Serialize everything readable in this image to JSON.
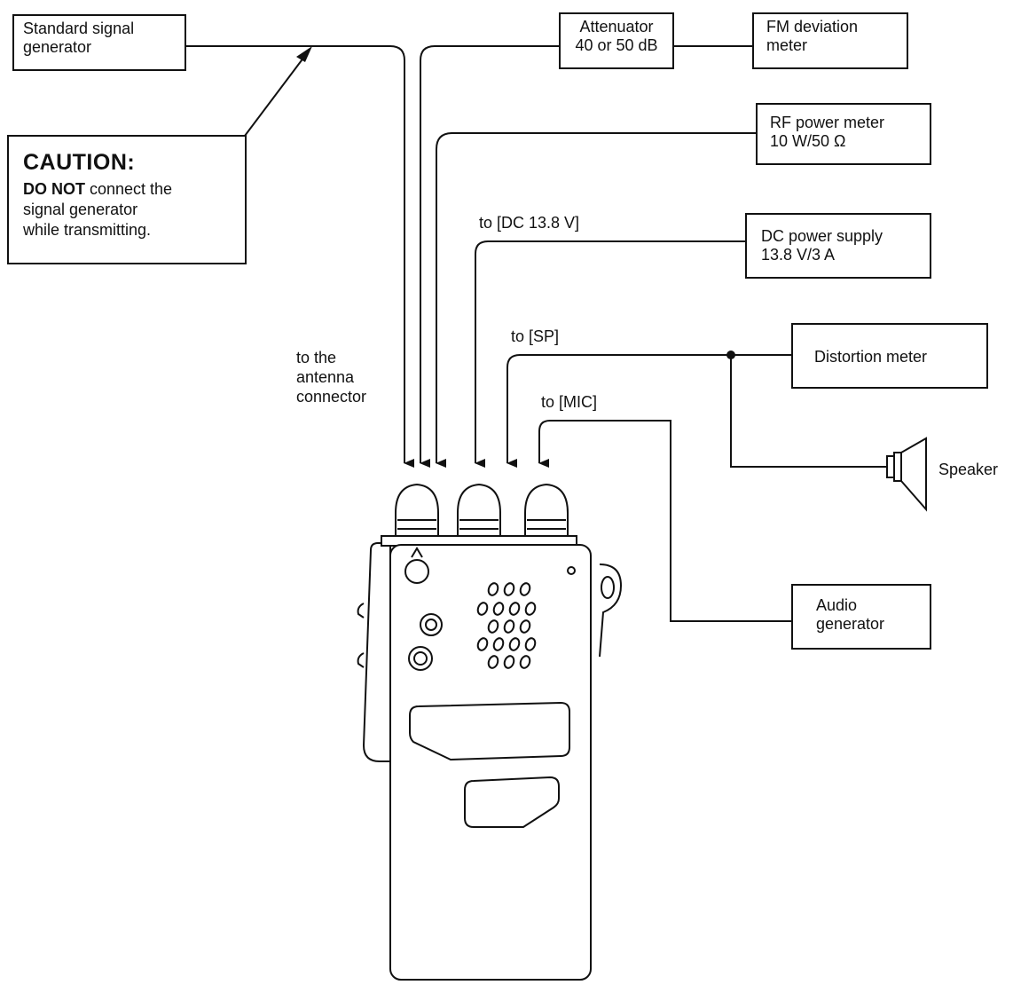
{
  "boxes": {
    "signal_generator": [
      "Standard signal",
      "generator"
    ],
    "attenuator": [
      "Attenuator",
      "40 or 50 dB"
    ],
    "fm_deviation_meter": [
      "FM deviation",
      "meter"
    ],
    "rf_power_meter": [
      "RF power meter",
      "10 W/50 Ω"
    ],
    "dc_power_supply": [
      "DC power supply",
      "13.8 V/3 A"
    ],
    "distortion_meter": "Distortion meter",
    "audio_generator": [
      "Audio",
      "generator"
    ]
  },
  "caution": {
    "title": "CAUTION:",
    "emphasis": "DO NOT",
    "line1_rest": " connect the",
    "line2": "signal generator",
    "line3": "while transmitting."
  },
  "labels": {
    "antenna": [
      "to the",
      "antenna",
      "connector"
    ],
    "dc_input": "to [DC 13.8 V]",
    "sp": "to [SP]",
    "mic": "to [MIC]",
    "speaker": "Speaker"
  }
}
